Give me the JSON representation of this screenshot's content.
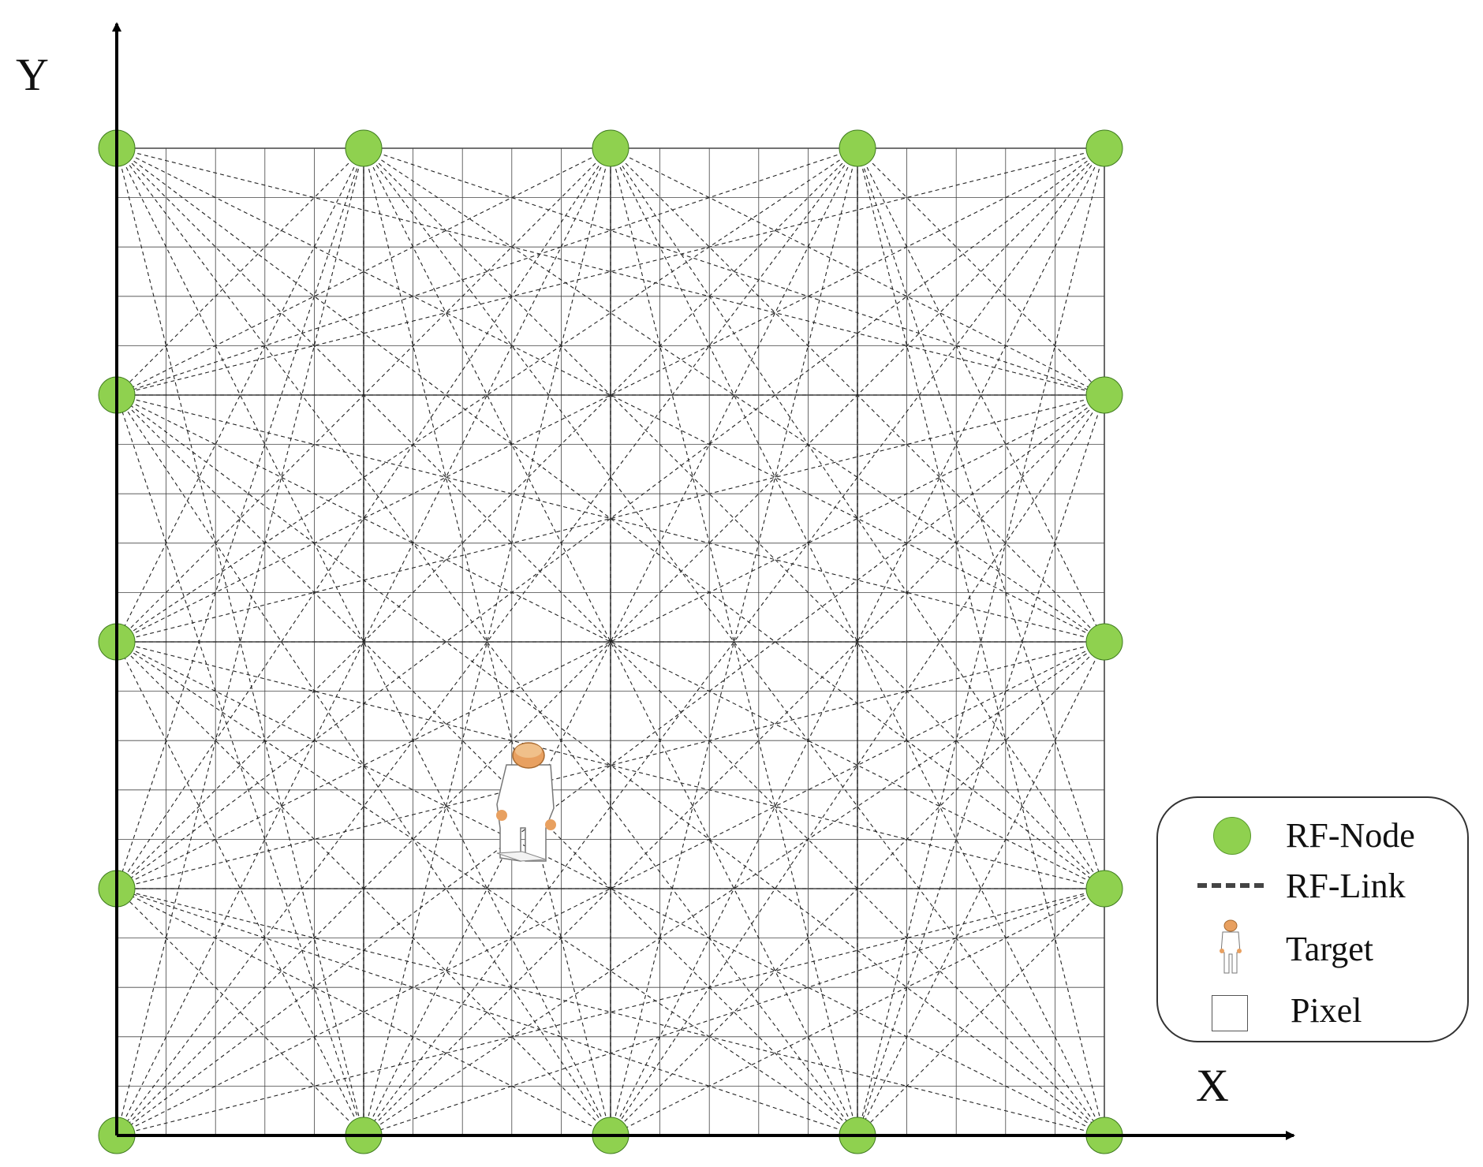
{
  "axes": {
    "x_label": "X",
    "y_label": "Y"
  },
  "legend": {
    "items": [
      {
        "key": "rf-node",
        "label": "RF-Node",
        "icon": "green-circle-icon"
      },
      {
        "key": "rf-link",
        "label": "RF-Link",
        "icon": "dashed-line-icon"
      },
      {
        "key": "target",
        "label": "Target",
        "icon": "person-icon"
      },
      {
        "key": "pixel",
        "label": "Pixel",
        "icon": "square-icon"
      }
    ]
  },
  "grid": {
    "columns": 20,
    "rows": 20
  },
  "nodes": {
    "per_side": 5,
    "count": 16
  },
  "colors": {
    "node_fill": "#8fd14f",
    "node_stroke": "#3e7a1e",
    "link": "#222222",
    "grid": "#444444",
    "axis": "#000000",
    "target_skin": "#e8a060"
  }
}
